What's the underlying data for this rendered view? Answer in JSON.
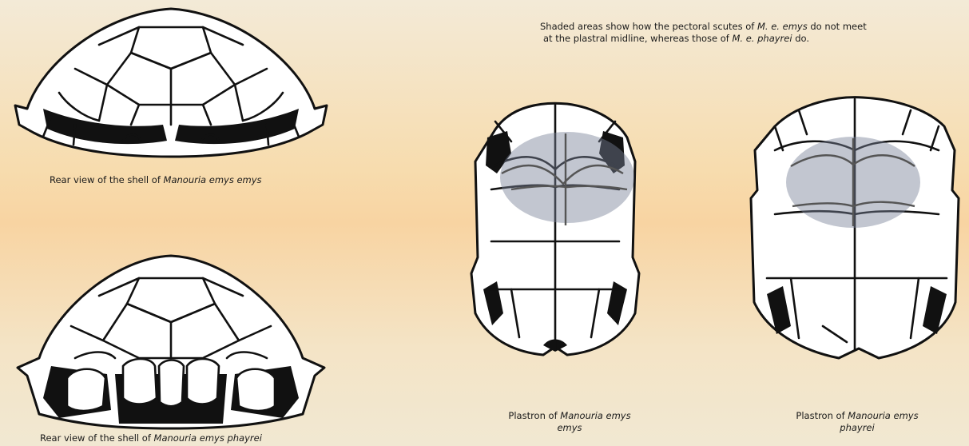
{
  "top_note": {
    "part1": "Shaded areas show how the pectoral scutes of ",
    "taxon1": "M. e. emys",
    "part2": " do not meet",
    "part3": "at the plastral midline, whereas those of ",
    "taxon2": "M. e. phayrei",
    "part4": " do."
  },
  "captions": {
    "rear_emys": {
      "prefix": "Rear view of the shell of ",
      "taxon": "Manouria emys emys"
    },
    "rear_phayrei": {
      "prefix": "Rear view of the shell of ",
      "taxon": "Manouria emys phayrei"
    },
    "plastron_emys": {
      "prefix": "Plastron of ",
      "taxon_a": "Manouria emys",
      "taxon_b": "emys"
    },
    "plastron_phayrei": {
      "prefix": "Plastron of ",
      "taxon_a": "Manouria emys",
      "taxon_b": "phayrei"
    }
  }
}
